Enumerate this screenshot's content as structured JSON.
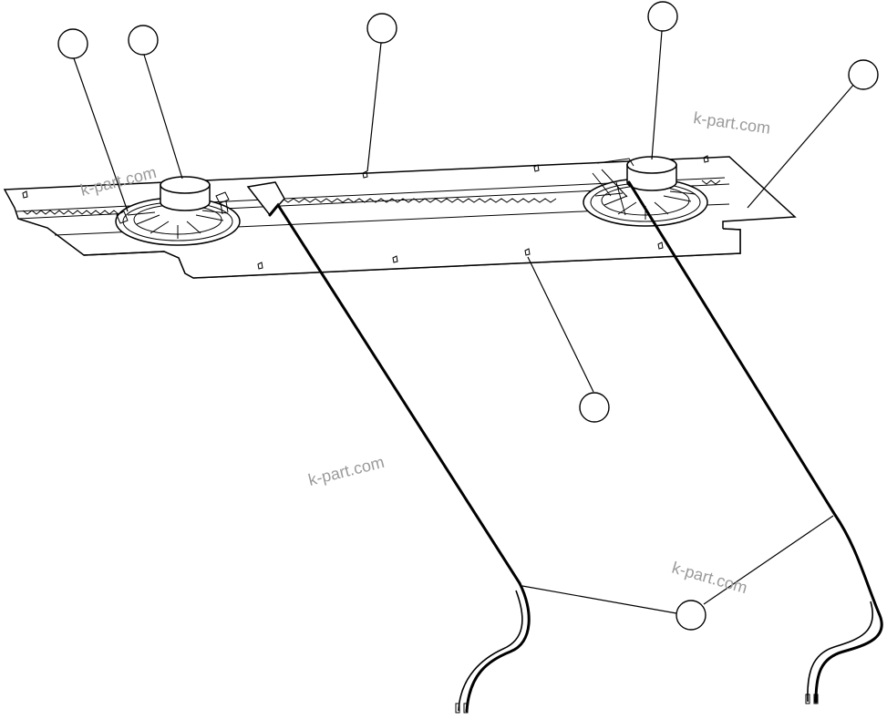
{
  "watermarks": [
    "k-part.com",
    "k-part.com",
    "k-part.com",
    "k-part.com"
  ],
  "callouts": [
    {
      "id": "callout-1",
      "label": ""
    },
    {
      "id": "callout-2",
      "label": ""
    },
    {
      "id": "callout-3",
      "label": ""
    },
    {
      "id": "callout-4",
      "label": ""
    },
    {
      "id": "callout-5",
      "label": ""
    },
    {
      "id": "callout-6",
      "label": ""
    },
    {
      "id": "callout-7",
      "label": ""
    }
  ],
  "colors": {
    "line": "#000000",
    "watermark": "#9a9a9a",
    "background": "#ffffff"
  }
}
